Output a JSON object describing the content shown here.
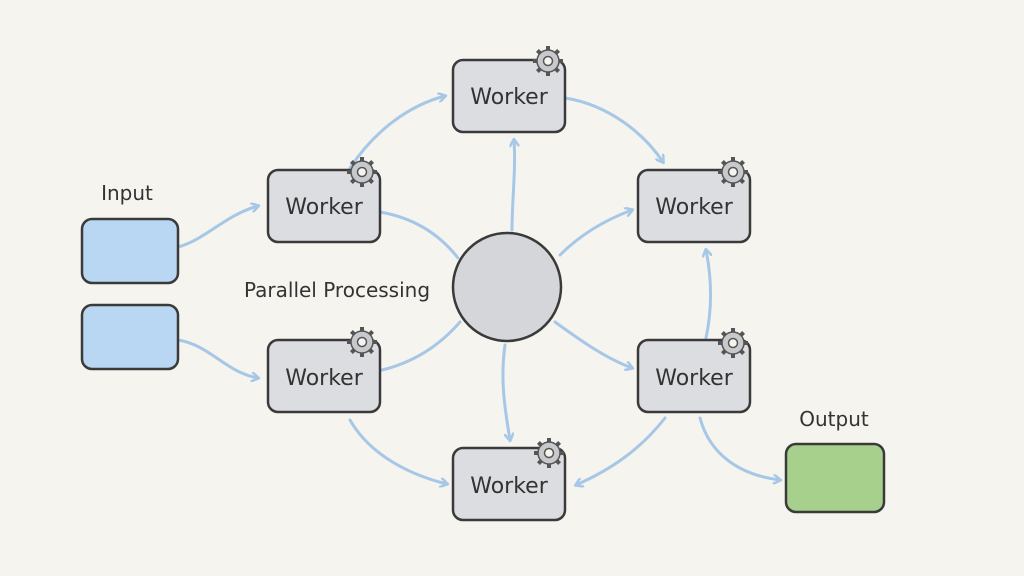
{
  "diagram": {
    "input_label": "Input",
    "output_label": "Output",
    "center_label": "Parallel Processing",
    "workers": [
      {
        "label": "Worker"
      },
      {
        "label": "Worker"
      },
      {
        "label": "Worker"
      },
      {
        "label": "Worker"
      },
      {
        "label": "Worker"
      },
      {
        "label": "Worker"
      }
    ],
    "colors": {
      "background": "#f5f4ef",
      "worker_fill": "#dcdde0",
      "hub_fill": "#d5d6da",
      "input_fill": "#b9d6f2",
      "output_fill": "#a8d08d",
      "arrow": "#a7c7e7",
      "outline": "#3a3a3a"
    }
  }
}
